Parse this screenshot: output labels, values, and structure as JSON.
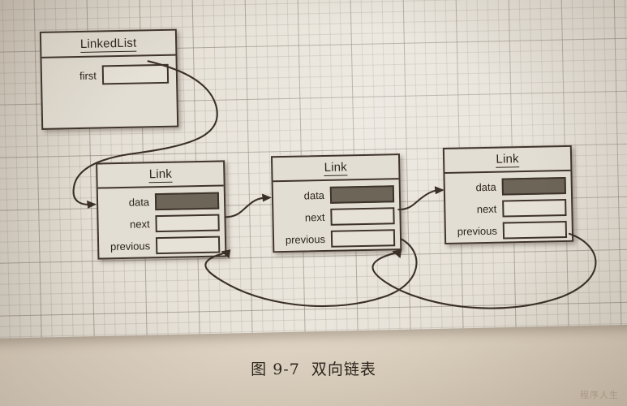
{
  "figure": {
    "caption_number": "图 9-7",
    "caption_title": "双向链表",
    "watermark": "程序人生"
  },
  "diagram": {
    "type": "doubly-linked-list",
    "linkedlist": {
      "title": "LinkedList",
      "fields": [
        {
          "label": "first",
          "filled": false
        }
      ]
    },
    "nodes": [
      {
        "title": "Link",
        "fields": [
          {
            "label": "data",
            "filled": true
          },
          {
            "label": "next",
            "filled": false
          },
          {
            "label": "previous",
            "filled": false
          }
        ]
      },
      {
        "title": "Link",
        "fields": [
          {
            "label": "data",
            "filled": true
          },
          {
            "label": "next",
            "filled": false
          },
          {
            "label": "previous",
            "filled": false
          }
        ]
      },
      {
        "title": "Link",
        "fields": [
          {
            "label": "data",
            "filled": true
          },
          {
            "label": "next",
            "filled": false
          },
          {
            "label": "previous",
            "filled": false
          }
        ]
      }
    ]
  },
  "colors": {
    "ink": "#3a3028",
    "box_fill": "#e3ded3",
    "data_fill": "#6d6557",
    "paper": "#e9e4da",
    "page": "#d9cebd"
  }
}
